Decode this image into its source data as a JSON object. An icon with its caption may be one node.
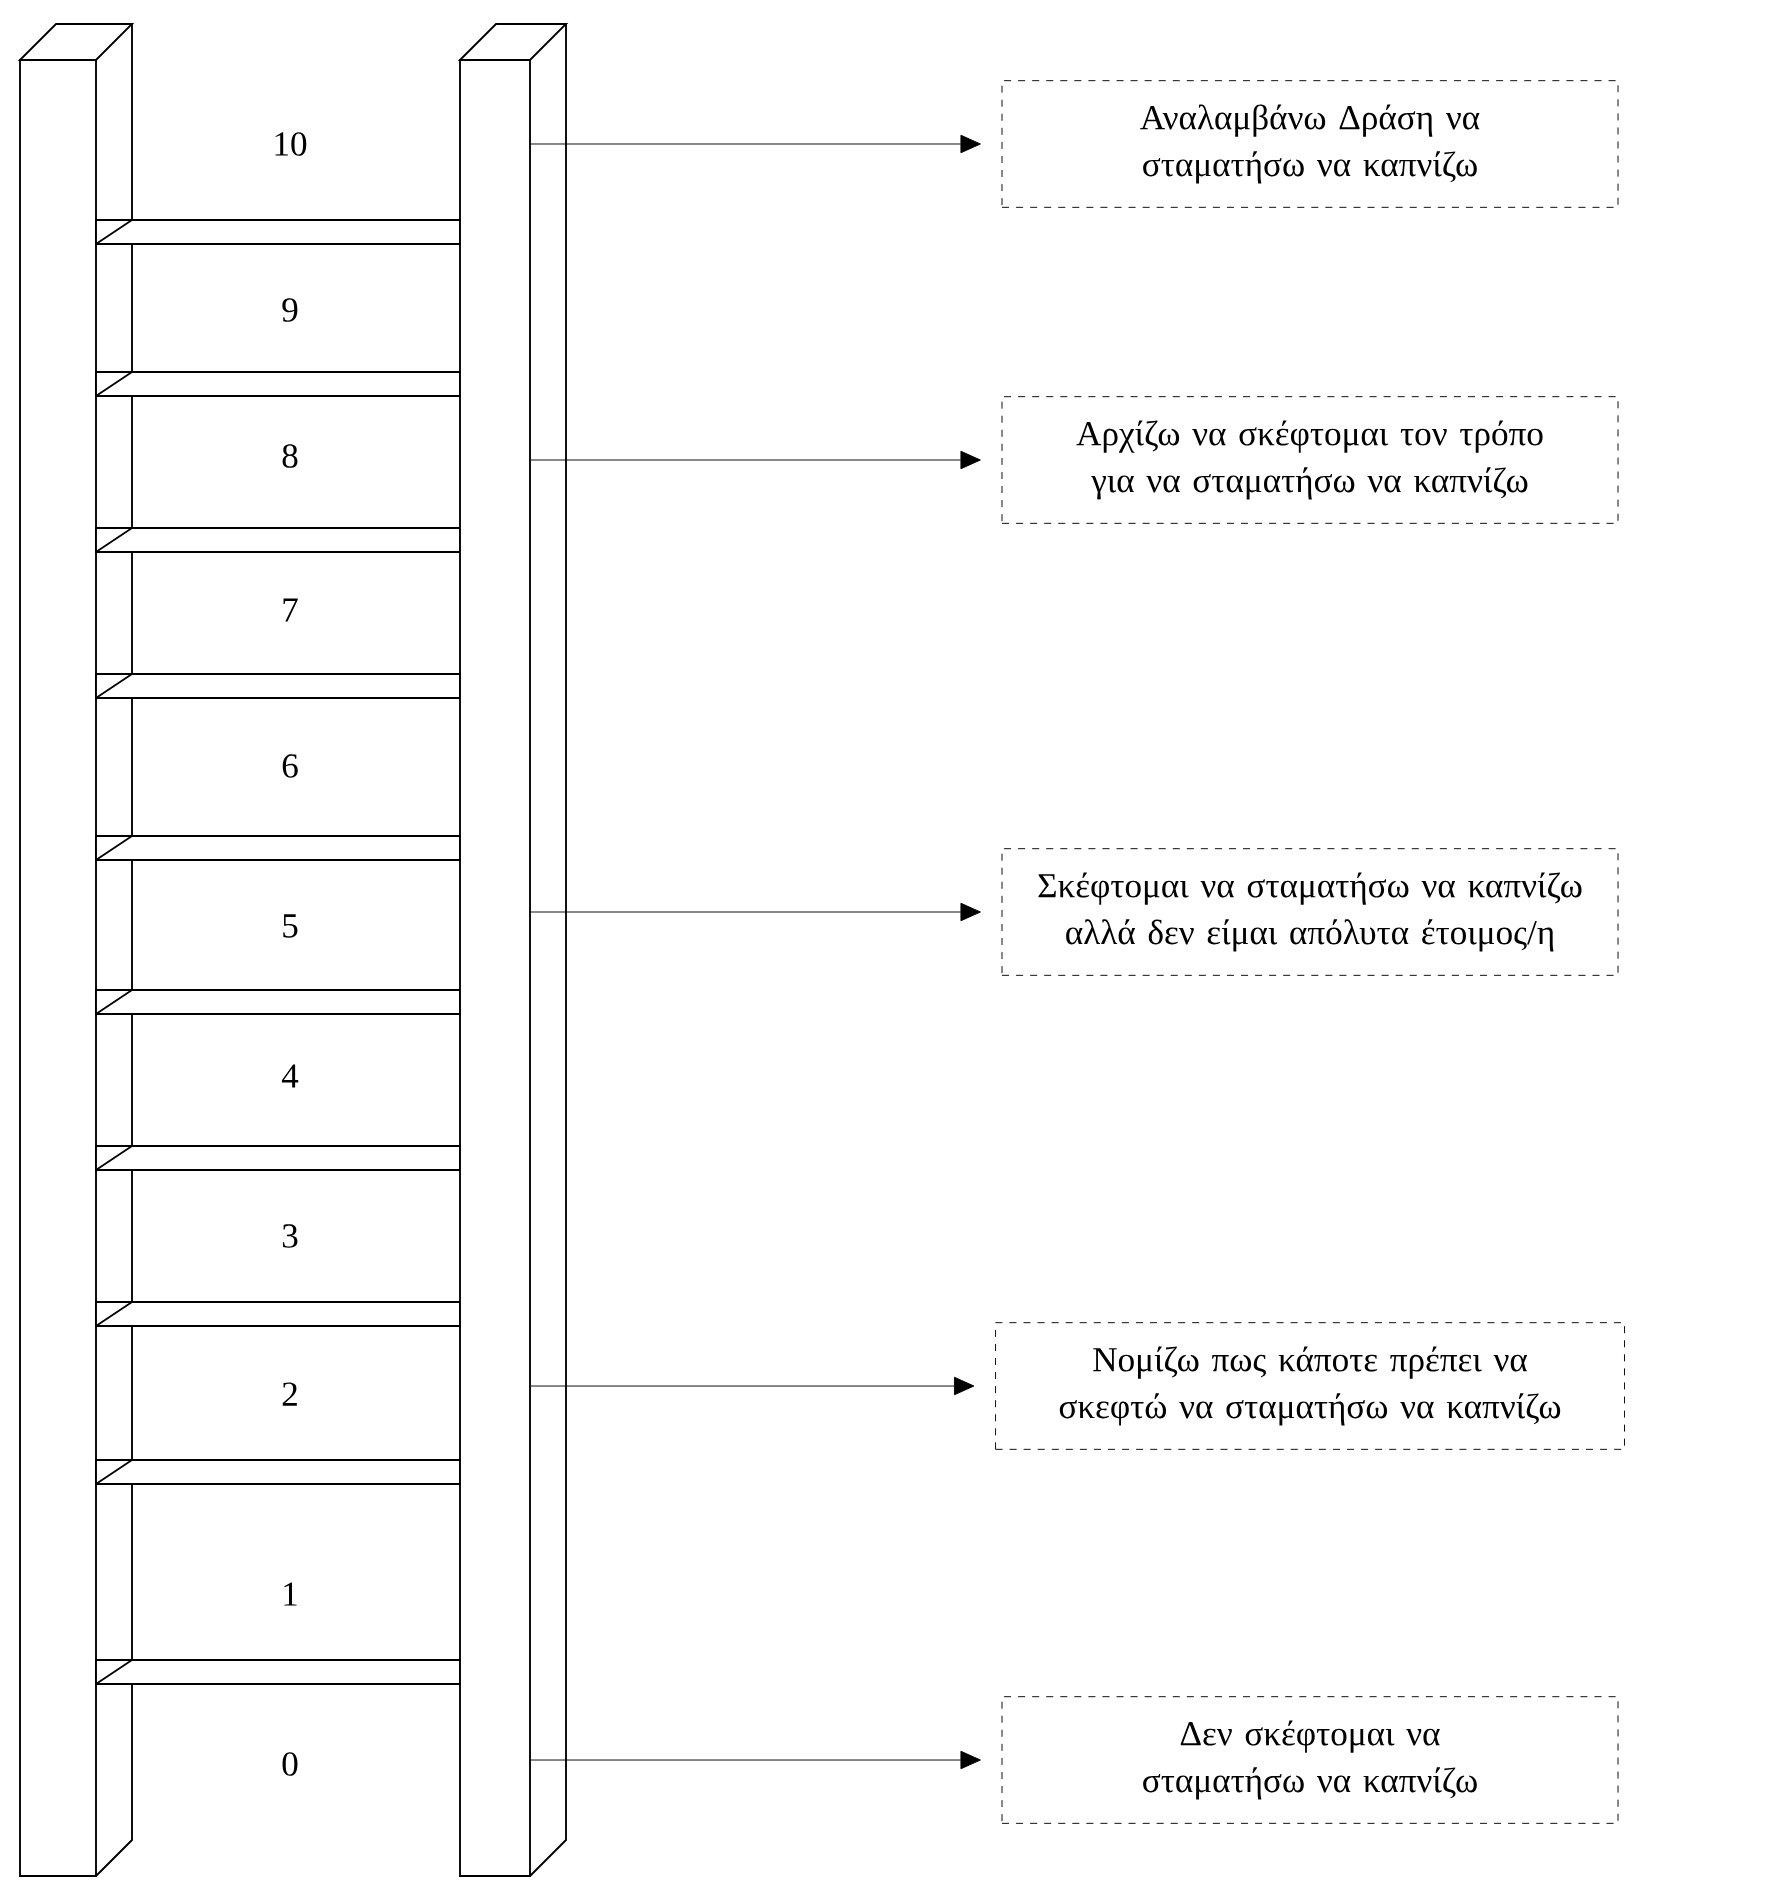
{
  "diagram": {
    "nodes": [
      {
        "text": [],
        "shape": "bar"
      },
      {
        "text": [
          "Αναλαμβάνω Δράση να σταματήσω να καπνίζω"
        ]
      },
      {
        "text": [
          "Αρχίζω να σκέφτομαι τον τρόπο για να σταματήσω να καπνίζω"
        ]
      },
      {
        "text": [
          "Σκέφτομαι να σταματήσω να καπνίζω αλλά δεν είμαι απόλυτα έτοιμος/η"
        ]
      },
      {
        "text": [
          "Νομίζω πως κάποτε πρέπει να σκεφτώ να σταματήσω να καπνίζω"
        ]
      },
      {
        "text": [
          "Δεν σκέφτομαι να σταματήσω να καπνίζω"
        ]
      }
    ],
    "edges": [
      {
        "from": 0,
        "to": 1,
        "arrow": "to"
      },
      {
        "from": 0,
        "to": 2,
        "arrow": "to"
      },
      {
        "from": 0,
        "to": 3,
        "arrow": "to"
      },
      {
        "from": 0,
        "to": 4,
        "arrow": "to"
      },
      {
        "from": 0,
        "to": 5,
        "arrow": "to"
      }
    ],
    "labels": [
      "10",
      "9",
      "8",
      "7",
      "6",
      "5",
      "4",
      "3",
      "2",
      "1",
      "0"
    ]
  }
}
